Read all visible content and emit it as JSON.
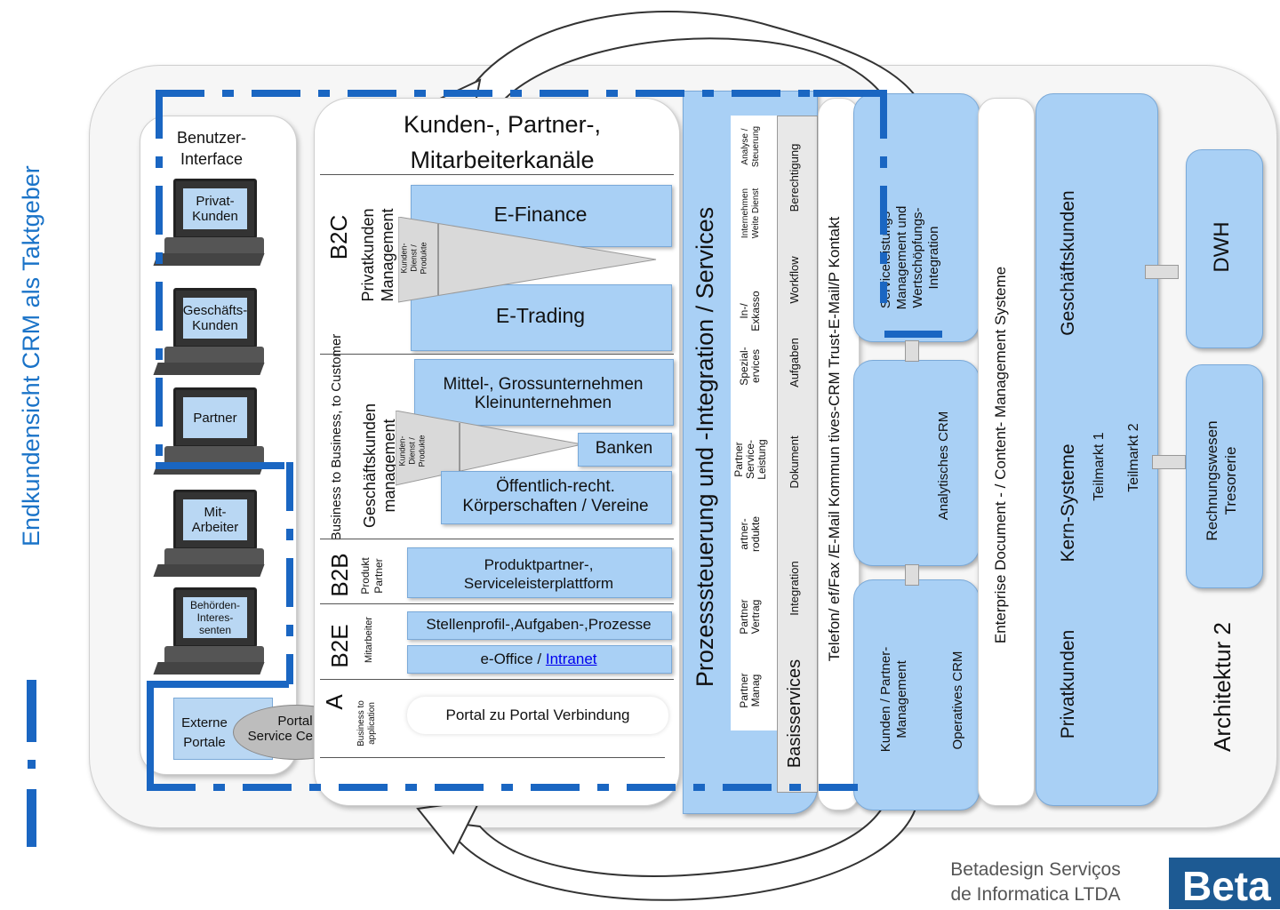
{
  "side_title": "Endkundensicht CRM als Taktgeber",
  "left": {
    "header": "Benutzer-\nInterface",
    "computers": [
      "Privat-\nKunden",
      "Geschäfts-\nKunden",
      "Partner",
      "Mit-\nArbeiter",
      "Behörden-\nInteres-\nsenten"
    ],
    "external": "Externe\nPortale",
    "portal_sc": "Portal\nService Centers"
  },
  "channels": {
    "title": "Kunden-, Partner-,\nMitarbeiterkanäle",
    "b2c": {
      "code": "B2C",
      "label": "Privatkunden\nManagement",
      "tri_label": "Kunden-\nDienst /\nProdukte",
      "items": [
        "E-Finance",
        "E-Trading"
      ]
    },
    "b2b_side": "Business to Business, to Customer",
    "gk": {
      "label": "Geschäftskunden\nmanagement",
      "tri_label": "Kunden-\nDienst /\nProdukte",
      "items": [
        "Mittel-, Grossunternehmen\nKleinunternehmen",
        "Banken",
        "Öffentlich-recht.\nKörperschaften / Vereine"
      ]
    },
    "b2b": {
      "code": "B2B",
      "label": "Produkt\nPartner",
      "item": "Produktpartner-,\nServiceleisterplattform"
    },
    "b2e": {
      "code": "B2E",
      "label": "Mitarbeiter",
      "items": [
        "Stellenprofil-,Aufgaben-,Prozesse",
        "e-Office / ",
        "Intranet"
      ]
    },
    "b2a": {
      "code": "A",
      "label": "Business to\napplication",
      "item": "Portal zu Portal Verbindung"
    }
  },
  "process": {
    "main": "Prozesssteuerung und -Integration   /   Services",
    "col1": [
      "Partner\nManag",
      "Partner\nVertrag",
      "artner-\nrodukte",
      "Partner\nService-\nLeistung",
      "Spezial-\nervices",
      "In-/\nExkasso",
      "Internehmen\nWeite Dienst",
      "Analyse /\nSteuerung"
    ],
    "col2": [
      "Integration",
      "Dokument",
      "Aufgaben",
      "Workflow",
      "Berechtigung"
    ],
    "basis": "Basisservices"
  },
  "comm": "Telefon/   ef/Fax /E-Mail Kommun  tives-CRM Trust-E-Mail/P   Kontakt",
  "crm": {
    "top": "Serviceleistungs-\nManagement und\nWertschöpfungs-\nIntegration",
    "mid": "Analytisches CRM",
    "bottom": "Kunden / Partner-\nManagement",
    "bottom2": "Operatives CRM"
  },
  "ecm": "Enterprise    Document -  /  Content-   Management   Systeme",
  "core": {
    "privat": "Privatkunden",
    "kern": "Kern-Systeme",
    "gesch": "Geschäftskunden",
    "tm1": "Teilmarkt 1",
    "tm2": "Teilmarkt 2"
  },
  "right": {
    "dwh": "DWH",
    "rw": "Rechnungswesen\nTresorerie",
    "arch": "Architektur 2"
  },
  "footer": {
    "company": "Betadesign Serviços\nde Informatica LTDA",
    "logo": "Beta"
  },
  "colors": {
    "accent": "#1a66c2",
    "box": "#a9d0f5",
    "side_title": "#1a73c8"
  }
}
